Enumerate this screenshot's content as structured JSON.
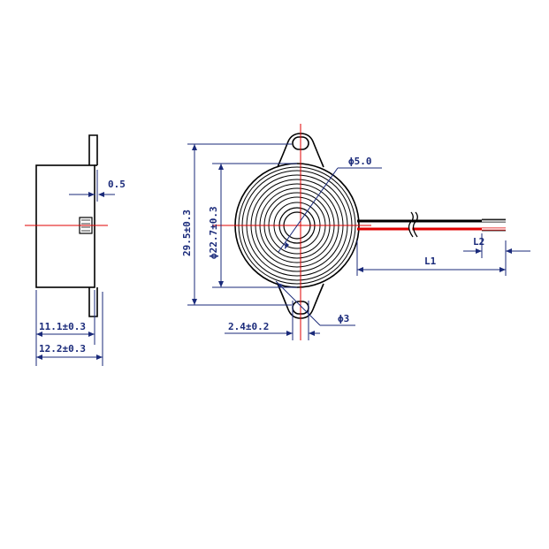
{
  "dimensions": {
    "side_thickness": "0.5",
    "side_height_inner": "11.1±0.3",
    "side_height_outer": "12.2±0.3",
    "flange_height": "29.5±0.3",
    "body_diameter": "ϕ22.7±0.3",
    "tone_hole": "ϕ5.0",
    "mount_hole_width": "2.4±0.2",
    "mount_hole": "ϕ3",
    "lead_length": "L1",
    "strip_length": "L2"
  },
  "colors": {
    "outline": "#000000",
    "dimension": "#1a2a7a",
    "centerline": "#e00000",
    "wire_red": "#e00000",
    "wire_black": "#000000"
  }
}
